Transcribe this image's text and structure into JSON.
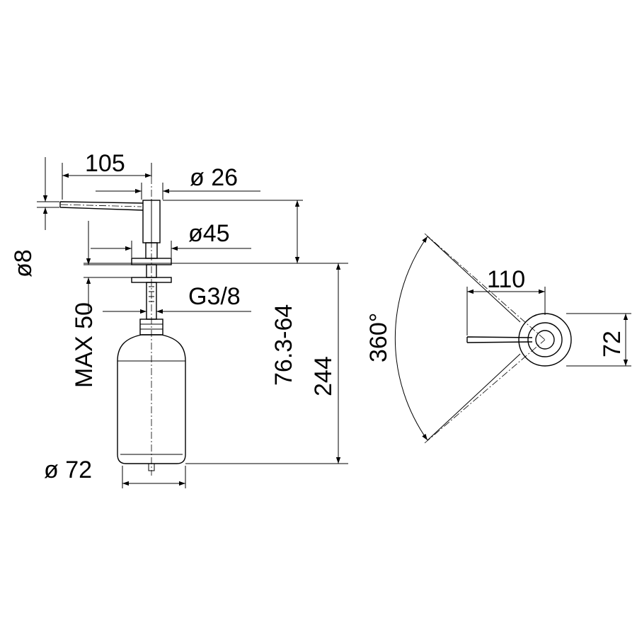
{
  "dimensions": {
    "spout_length": "105",
    "head_diameter": "ø 26",
    "spout_diameter": "ø8",
    "flange_diameter": "ø45",
    "max_thickness": "MAX 50",
    "thread": "G3/8",
    "height_above": "76.3-64",
    "total_height": "244",
    "bottle_diameter": "ø 72",
    "rotation": "360°",
    "reach": "110",
    "flange_size": "72"
  }
}
